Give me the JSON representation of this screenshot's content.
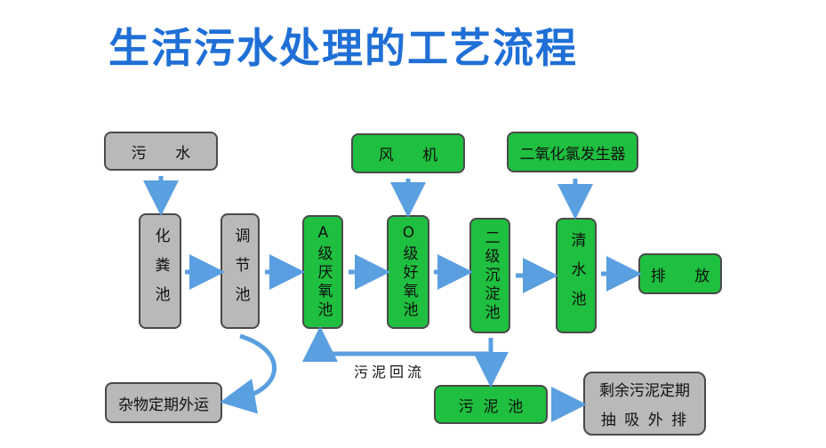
{
  "title": "生活污水处理的工艺流程",
  "nodes": {
    "sewage": "污      水",
    "septic_tank": "化粪池",
    "regulating_tank": "调节池",
    "a_tank": "A级厌氧池",
    "o_tank": "O级好氧池",
    "secondary_clarifier": "二级沉淀池",
    "clear_water_tank": "清水池",
    "discharge": "排      放",
    "blower": "风      机",
    "chlorine_dioxide_generator": "二氧化氯发生器",
    "sludge_tank": "污  泥  池",
    "debris_removal": "杂物定期外运",
    "excess_sludge_line1": "剩余污泥定期",
    "excess_sludge_line2": "抽 吸 外 排"
  },
  "labels": {
    "sludge_return": "污泥回流"
  },
  "colors": {
    "title": "#1f6fd6",
    "green_box": "#1fbf3f",
    "gray_box": "#b9b9b9",
    "arrow": "#5a9fe0"
  }
}
